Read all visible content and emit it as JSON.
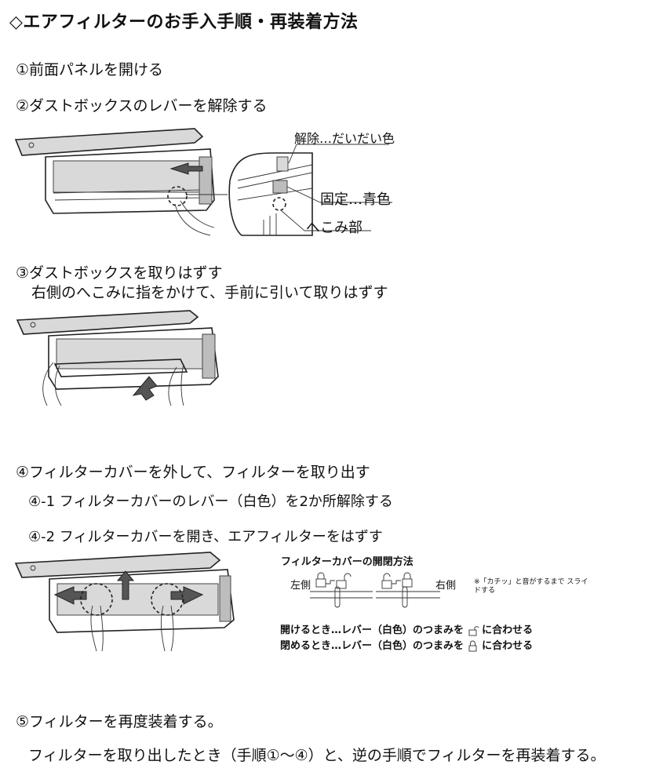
{
  "title": "◇エアフィルターのお手入手順・再装着方法",
  "steps": {
    "s1": "①前面パネルを開ける",
    "s2": "②ダストボックスのレバーを解除する",
    "s3": "③ダストボックスを取りはずす",
    "s3_detail": "右側のへこみに指をかけて、手前に引いて取りはずす",
    "s4": "④フィルターカバーを外して、フィルターを取り出す",
    "s4_1": "④-1  フィルターカバーのレバー（白色）を2か所解除する",
    "s4_2": "④-2  フィルターカバーを開き、エアフィルターをはずす",
    "s5": "⑤フィルターを再度装着する。",
    "s5_detail": "フィルターを取り出したとき（手順①～④）と、逆の手順でフィルターを再装着する。"
  },
  "fig1": {
    "label_release": "解除…だいだい色",
    "label_lock": "固定…青色",
    "label_dent": "へこみ部"
  },
  "cover_method": {
    "heading": "フィルターカバーの開閉方法",
    "left": "左側",
    "right": "右側",
    "note": "※「カチッ」と音がするまで スライドする",
    "open": "開けるとき…レバー（白色）のつまみを",
    "open_tail": "に合わせる",
    "close": "閉めるとき…レバー（白色）のつまみを",
    "close_tail": "に合わせる"
  },
  "icons": [
    "lock-icon",
    "unlock-icon",
    "arrow-icon",
    "hand-icon"
  ],
  "colors": {
    "text": "#111111",
    "illustration_fill": "#d9d9d9",
    "background": "#ffffff"
  }
}
